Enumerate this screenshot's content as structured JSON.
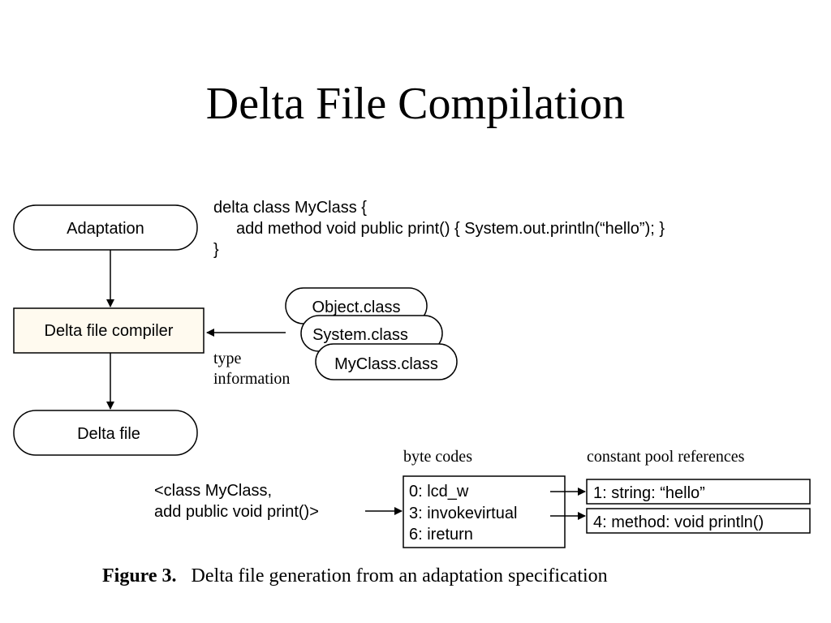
{
  "title": "Delta File Compilation",
  "flow": {
    "adaptation": "Adaptation",
    "compiler": "Delta file compiler",
    "delta_file": "Delta file",
    "compiler_fill": "#fffaef"
  },
  "code": {
    "line1": "delta class MyClass {",
    "line2": "add method void public print() { System.out.println(“hello”); }",
    "line3": "}"
  },
  "class_files": [
    "Object.class",
    "System.class",
    "MyClass.class"
  ],
  "type_info": {
    "line1": "type",
    "line2": "information"
  },
  "delta_file_text": {
    "line1": "<class MyClass,",
    "line2": "add public void print()>"
  },
  "bytecodes": {
    "header": "byte codes",
    "rows": [
      "0: lcd_w",
      "3: invokevirtual",
      "6: ireturn"
    ]
  },
  "constant_pool": {
    "header": "constant pool references",
    "rows": [
      "1: string: “hello”",
      "4: method: void println()"
    ]
  },
  "caption": {
    "label": "Figure 3.",
    "text": "Delta file generation from an adaptation specification"
  }
}
